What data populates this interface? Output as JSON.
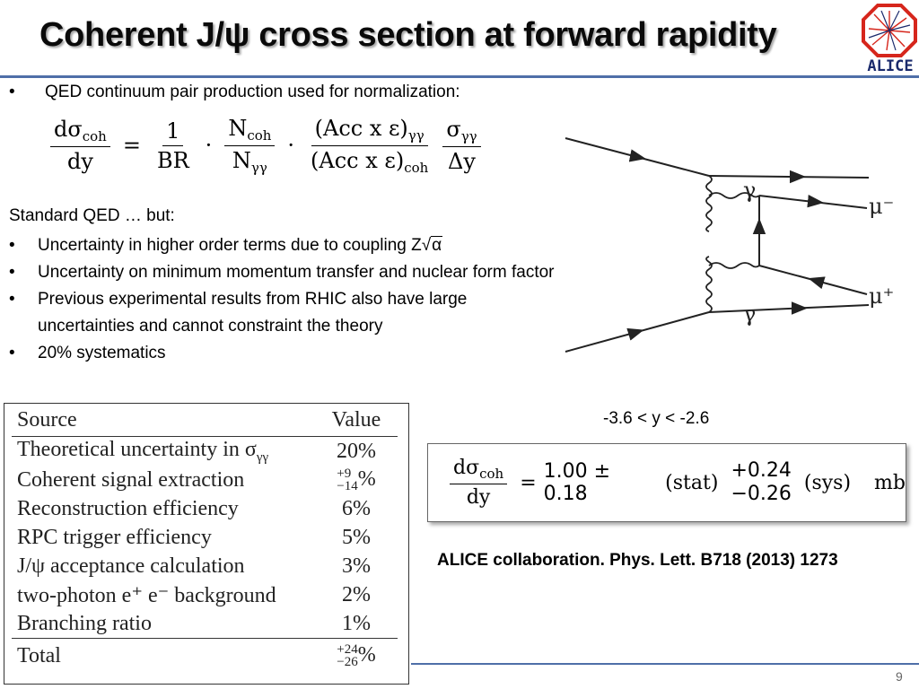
{
  "slide": {
    "title": "Coherent J/ψ cross section at forward rapidity",
    "page_number": "9",
    "logo_text": "ALICE"
  },
  "intro": {
    "bullet": "•",
    "text": "QED continuum pair production used for normalization:"
  },
  "equation": {
    "lhs_num": "dσ",
    "lhs_num_sub": "coh",
    "lhs_den": "dy",
    "equals": "=",
    "f1_num": "1",
    "f1_den": "BR",
    "dot": "·",
    "f2_num": "N",
    "f2_num_sub": "coh",
    "f2_den": "N",
    "f2_den_sub": "γγ",
    "f3_num": "(Acc x ε)",
    "f3_num_sub": "γγ",
    "f3_den": "(Acc x ε)",
    "f3_den_sub": "coh",
    "f4_num": "σ",
    "f4_num_sub": "γγ",
    "f4_den": "Δy"
  },
  "section": {
    "heading": "Standard QED … but:",
    "items": [
      "Uncertainty in higher order terms due to coupling  Z",
      "Uncertainty on minimum momentum transfer and nuclear form factor",
      "Previous experimental results from RHIC also have large uncertainties and cannot constraint the theory",
      "20% systematics"
    ],
    "sqrt_symbol": "√",
    "alpha": "α"
  },
  "feynman": {
    "photon_label": "γ",
    "mu_minus": "μ⁻",
    "mu_plus": "μ⁺"
  },
  "systematics_table": {
    "header": {
      "source": "Source",
      "value": "Value"
    },
    "rows": [
      {
        "source": "Theoretical uncertainty in σ",
        "source_sub": "γγ",
        "value": "20%"
      },
      {
        "source": "Coherent signal extraction",
        "value_up": "+9",
        "value_down": "−14",
        "value_unit": "%"
      },
      {
        "source": "Reconstruction efficiency",
        "value": "6%"
      },
      {
        "source": "RPC trigger efficiency",
        "value": "5%"
      },
      {
        "source": "J/ψ acceptance calculation",
        "value": "3%"
      },
      {
        "source": "two-photon e⁺ e⁻ background",
        "value": "2%"
      },
      {
        "source": "Branching ratio",
        "value": "1%"
      }
    ],
    "total": {
      "source": "Total",
      "value_up": "+24",
      "value_down": "−26",
      "value_unit": "%"
    }
  },
  "result": {
    "range": "-3.6 < y < -2.6",
    "lhs_num": "dσ",
    "lhs_num_sub": "coh",
    "lhs_den": "dy",
    "equals": "=",
    "central": "1.00 ± 0.18",
    "stat": "(stat)",
    "sys_up": "+0.24",
    "sys_down": "−0.26",
    "sys": "(sys)",
    "unit": "mb"
  },
  "reference": "ALICE collaboration. Phys. Lett. B718 (2013) 1273",
  "colors": {
    "title_rule": "#4f6fa8",
    "logo_red": "#d6261c",
    "logo_blue": "#1a2a6c"
  }
}
